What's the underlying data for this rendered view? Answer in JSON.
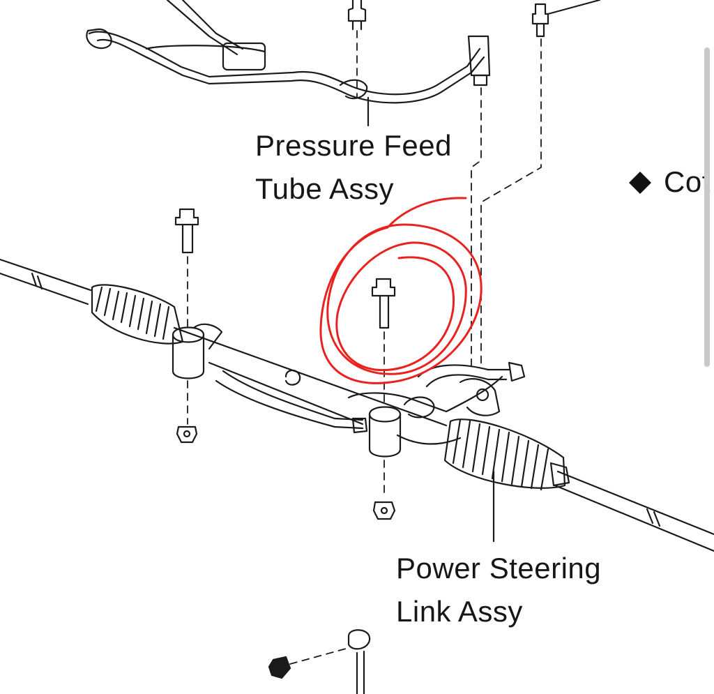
{
  "labels": {
    "pressure_feed": [
      "Pressure Feed",
      "Tube Assy"
    ],
    "power_steering": [
      "Power Steering",
      "Link Assy"
    ],
    "cut_off": "Cot"
  },
  "symbols": {
    "diamond": "◆"
  },
  "annotation": {
    "color": "#e8231f"
  },
  "icons": [
    "bolt-icon",
    "nut-icon",
    "diamond-icon"
  ]
}
